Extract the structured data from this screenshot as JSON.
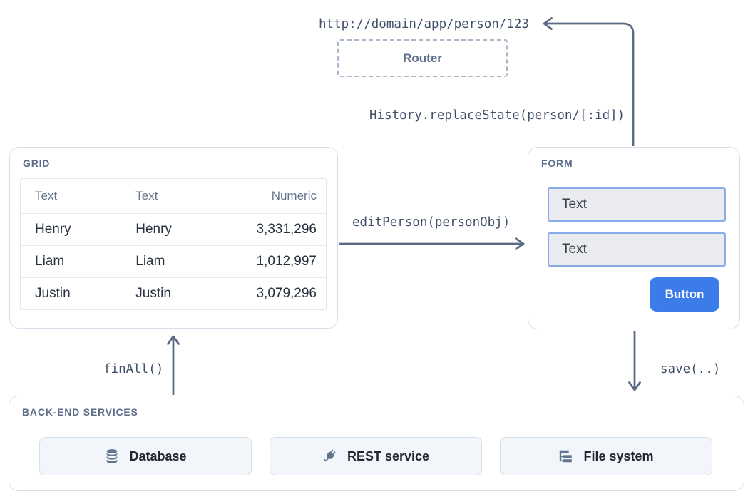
{
  "top": {
    "url": "http://domain/app/person/123",
    "router_label": "Router",
    "history_call": "History.replaceState(person/[:id])"
  },
  "grid": {
    "title": "GRID",
    "columns": [
      "Text",
      "Text",
      "Numeric"
    ],
    "rows": [
      [
        "Henry",
        "Henry",
        "3,331,296"
      ],
      [
        "Liam",
        "Liam",
        "1,012,997"
      ],
      [
        "Justin",
        "Justin",
        "3,079,296"
      ]
    ]
  },
  "form": {
    "title": "FORM",
    "inputs": [
      {
        "value": "Text"
      },
      {
        "value": "Text"
      }
    ],
    "button_label": "Button"
  },
  "connections": {
    "edit_person": "editPerson(personObj)",
    "find_all": "finAll()",
    "save": "save(..)"
  },
  "services": {
    "title": "BACK-END SERVICES",
    "items": [
      {
        "label": "Database",
        "icon": "database-icon"
      },
      {
        "label": "REST service",
        "icon": "plug-icon"
      },
      {
        "label": "File system",
        "icon": "file-tree-icon"
      }
    ]
  },
  "colors": {
    "arrow": "#5b6b85",
    "accent_blue": "#3b7ce9",
    "panel_border": "#d8dfeb",
    "input_border": "#8aabe9",
    "input_fill": "#e9ebef",
    "card_fill": "#f2f5f9",
    "title_text": "#5d6c8a",
    "mono_text": "#41506a",
    "icon_slate": "#64748f"
  }
}
